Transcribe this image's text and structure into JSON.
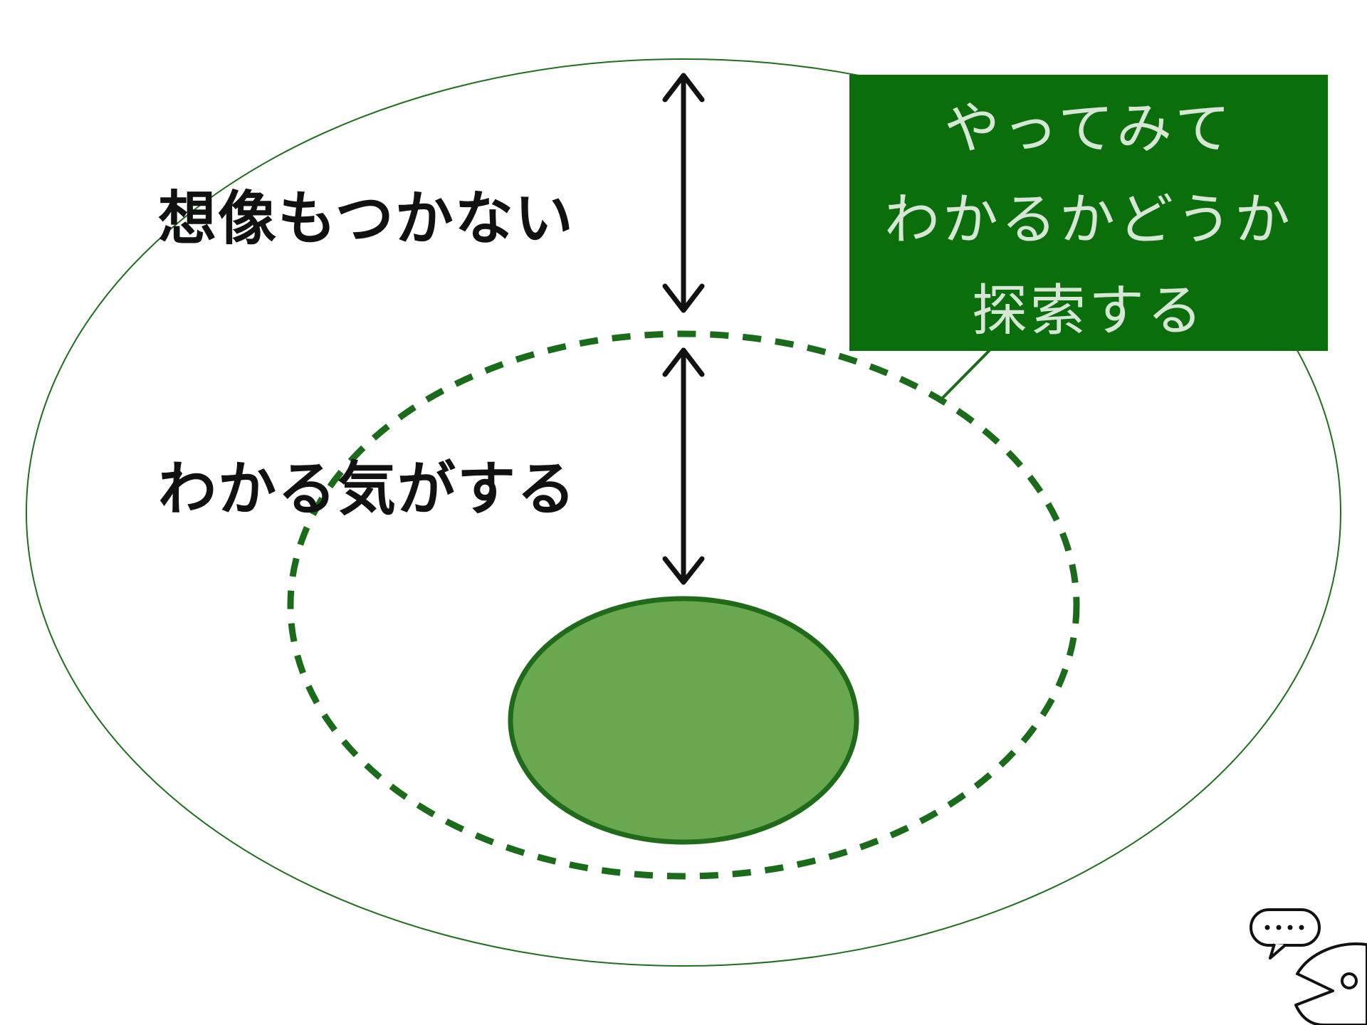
{
  "labels": {
    "outer": "想像もつかない",
    "middle": "わかる気がする"
  },
  "callout": {
    "lines": [
      "やってみて",
      "わかるかどうか",
      "探索する"
    ]
  },
  "icons": {
    "mascot": "pacman-face-icon",
    "speech": "speech-bubble-icon"
  },
  "colors": {
    "outer_outline": "#1f6e1f",
    "dashed": "#1a6b1a",
    "core_fill": "#6aa84f",
    "core_stroke": "#1f6b1a",
    "callout_bg": "#0a6e0a",
    "callout_text": "#d8e6d8",
    "arrow": "#111111"
  }
}
